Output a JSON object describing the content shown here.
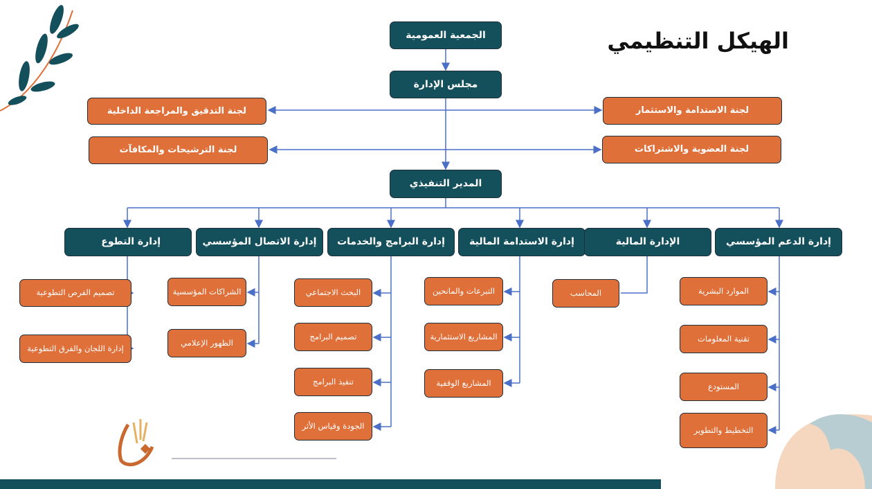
{
  "title": "الهيكل التنظيمي",
  "nodes": {
    "general_assembly": "الجمعية العمومية",
    "board": "مجلس الإدارة",
    "audit_committee": "لجنة التدقيق والمراجعة الداخلية",
    "sustainability_committee": "لجنة الاستدامة والاستثمار",
    "nominations_committee": "لجنة الترشيحات والمكافآت",
    "membership_committee": "لجنة العضوية والاشتراكات",
    "executive_director": "المدير التنفيذي",
    "departments": [
      {
        "label": "إدارة التطوع",
        "children": [
          "تصميم الفرص التطوعية",
          "إدارة اللجان والفرق التطوعية"
        ]
      },
      {
        "label": "إدارة الاتصال المؤسسي",
        "children": [
          "الشراكات المؤسسية",
          "الظهور الإعلامي"
        ]
      },
      {
        "label": "إدارة البرامج والخدمات",
        "children": [
          "البحث الاجتماعي",
          "تصميم البرامج",
          "تنفيذ البرامج",
          "الجودة وقياس الأثر"
        ]
      },
      {
        "label": "إدارة الاستدامة المالية",
        "children": [
          "التبرعات والمانحين",
          "المشاريع الاستثمارية",
          "المشاريع الوقفية"
        ]
      },
      {
        "label": "الإدارة المالية",
        "children": [
          "المحاسب"
        ]
      },
      {
        "label": "إدارة الدعم المؤسسي",
        "children": [
          "الموارد البشرية",
          "تقنية المعلومات",
          "المستودع",
          "التخطيط والتطوير"
        ]
      }
    ]
  },
  "colors": {
    "teal": "#144f5c",
    "orange": "#e0703a",
    "line": "#4a6fc7"
  }
}
